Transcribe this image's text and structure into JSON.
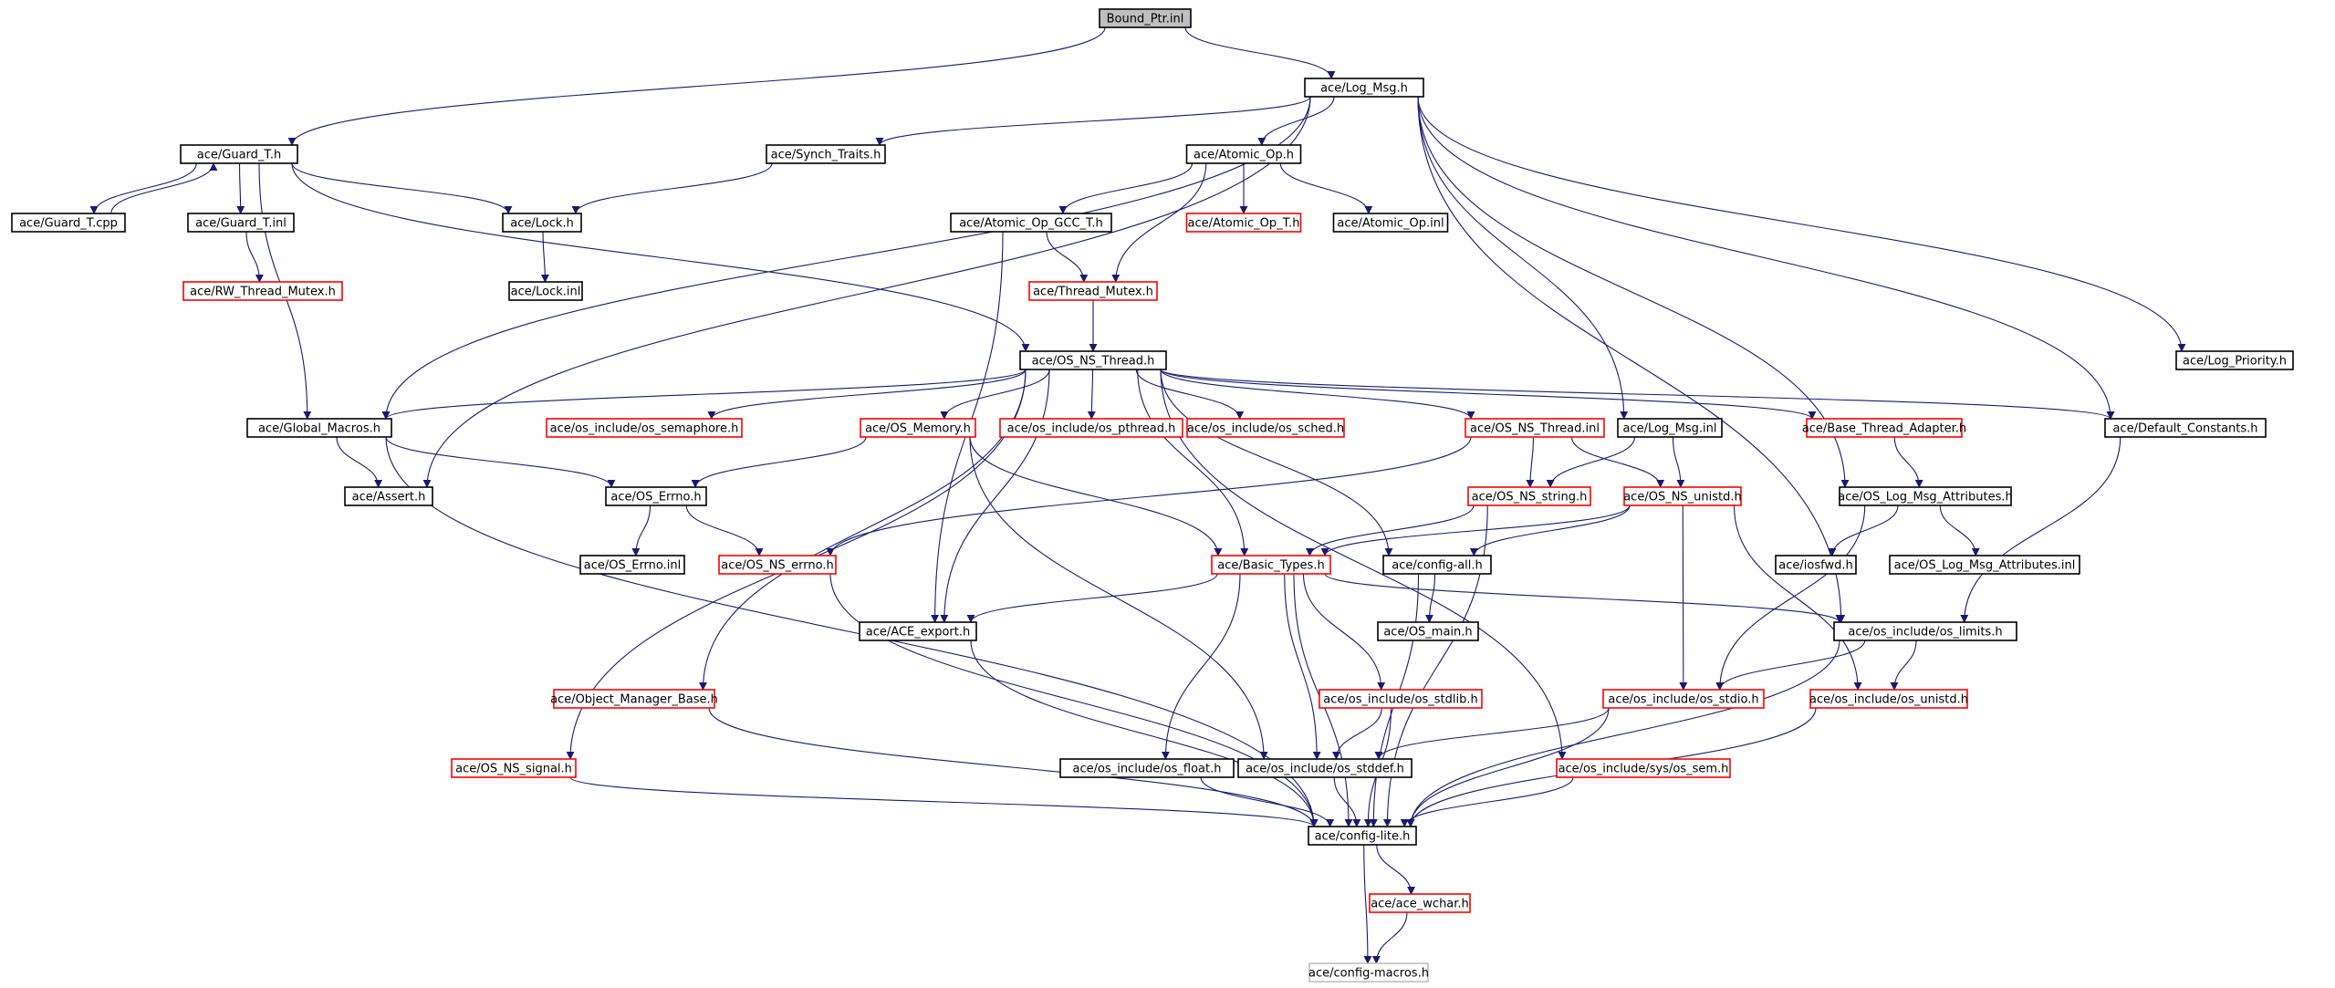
{
  "diagram": {
    "type": "include-dependency-graph",
    "root": "bound_ptr_inl",
    "colors": {
      "edge": "#191970",
      "node_border_documented": "#000000",
      "node_border_undocumented": "#ff0000",
      "node_border_external": "#bfbfbf",
      "root_fill": "#bfbfbf"
    },
    "nodes": {
      "bound_ptr_inl": "Bound_Ptr.inl",
      "log_msg_h": "ace/Log_Msg.h",
      "guard_t_h": "ace/Guard_T.h",
      "synch_traits_h": "ace/Synch_Traits.h",
      "atomic_op_h": "ace/Atomic_Op.h",
      "guard_t_cpp": "ace/Guard_T.cpp",
      "guard_t_inl": "ace/Guard_T.inl",
      "lock_h": "ace/Lock.h",
      "atomic_op_gcc_t_h": "ace/Atomic_Op_GCC_T.h",
      "atomic_op_t_h": "ace/Atomic_Op_T.h",
      "atomic_op_inl": "ace/Atomic_Op.inl",
      "rw_thread_mutex_h": "ace/RW_Thread_Mutex.h",
      "lock_inl": "ace/Lock.inl",
      "thread_mutex_h": "ace/Thread_Mutex.h",
      "os_ns_thread_h": "ace/OS_NS_Thread.h",
      "log_priority_h": "ace/Log_Priority.h",
      "global_macros_h": "ace/Global_Macros.h",
      "os_semaphore_h": "ace/os_include/os_semaphore.h",
      "os_memory_h": "ace/OS_Memory.h",
      "os_pthread_h": "ace/os_include/os_pthread.h",
      "os_sched_h": "ace/os_include/os_sched.h",
      "os_ns_thread_inl": "ace/OS_NS_Thread.inl",
      "log_msg_inl": "ace/Log_Msg.inl",
      "base_thread_adapter_h": "ace/Base_Thread_Adapter.h",
      "default_constants_h": "ace/Default_Constants.h",
      "assert_h": "ace/Assert.h",
      "os_errno_h": "ace/OS_Errno.h",
      "os_ns_string_h": "ace/OS_NS_string.h",
      "os_ns_unistd_h": "ace/OS_NS_unistd.h",
      "os_log_msg_attributes_h": "ace/OS_Log_Msg_Attributes.h",
      "os_errno_inl": "ace/OS_Errno.inl",
      "os_ns_errno_h": "ace/OS_NS_errno.h",
      "basic_types_h": "ace/Basic_Types.h",
      "config_all_h": "ace/config-all.h",
      "iosfwd_h": "ace/iosfwd.h",
      "os_log_msg_attributes_inl": "ace/OS_Log_Msg_Attributes.inl",
      "ace_export_h": "ace/ACE_export.h",
      "os_main_h": "ace/OS_main.h",
      "os_limits_h": "ace/os_include/os_limits.h",
      "object_manager_base_h": "ace/Object_Manager_Base.h",
      "os_stdlib_h": "ace/os_include/os_stdlib.h",
      "os_stdio_h": "ace/os_include/os_stdio.h",
      "os_unistd_h": "ace/os_include/os_unistd.h",
      "os_ns_signal_h": "ace/OS_NS_signal.h",
      "os_float_h": "ace/os_include/os_float.h",
      "os_stddef_h": "ace/os_include/os_stddef.h",
      "os_sem_h": "ace/os_include/sys/os_sem.h",
      "config_lite_h": "ace/config-lite.h",
      "ace_wchar_h": "ace/ace_wchar.h",
      "config_macros_h": "ace/config-macros.h"
    }
  }
}
